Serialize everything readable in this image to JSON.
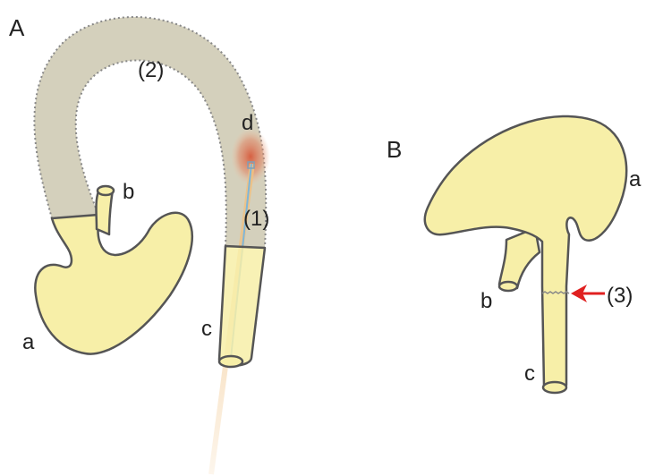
{
  "colors": {
    "organ_fill": "#f7efa8",
    "outline": "#555555",
    "segment_fill": "#d4d0bc",
    "lesion": "#d9704f",
    "arrow": "#e02020",
    "fiber": "#f0c080",
    "text": "#222222"
  },
  "panels": {
    "A": {
      "label": "A",
      "parts": {
        "a": "a",
        "b": "b",
        "c": "c",
        "d": "d",
        "segment_1": "(1)",
        "segment_2": "(2)"
      }
    },
    "B": {
      "label": "B",
      "parts": {
        "a": "a",
        "b": "b",
        "c": "c",
        "site_3": "(3)"
      }
    }
  },
  "icons": {
    "pointer": "red-arrow-icon",
    "lesion": "glow-spot-icon"
  }
}
